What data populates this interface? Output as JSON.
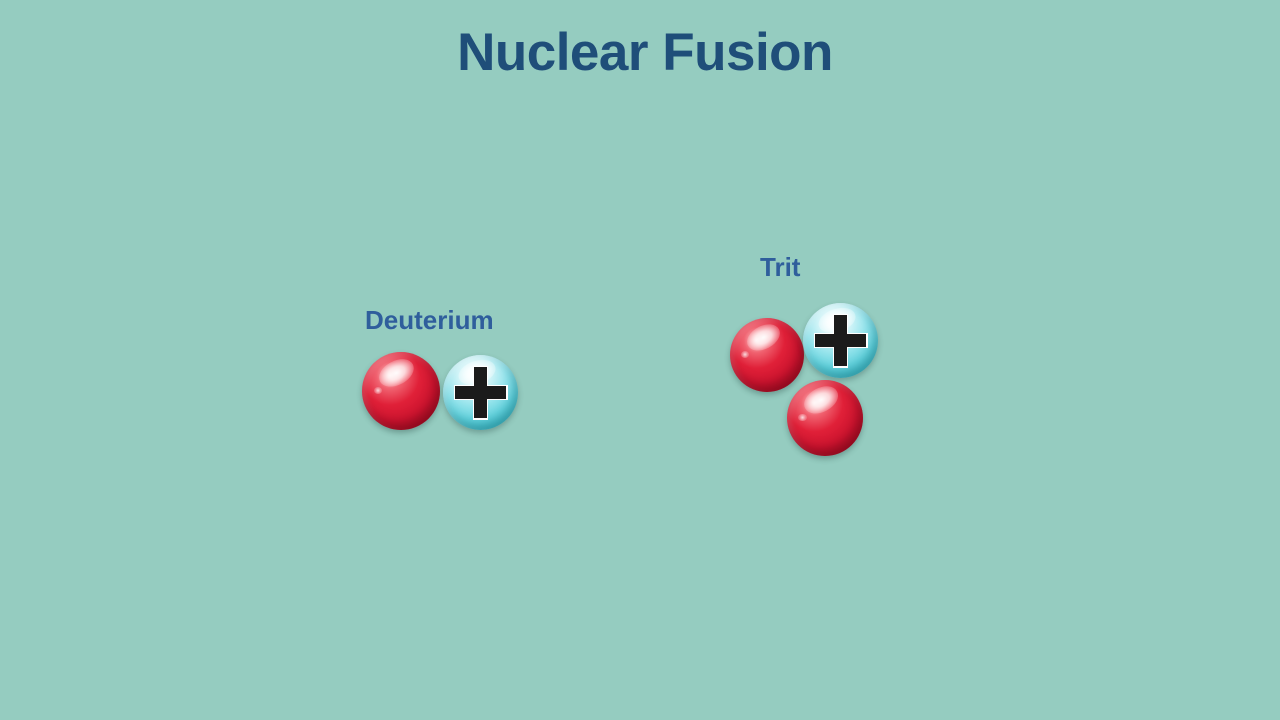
{
  "slide": {
    "title": "Nuclear Fusion",
    "background_color": "#95CCC0",
    "title_color": "#1F4E79",
    "label_color": "#2F5E9C"
  },
  "particles": {
    "neutron": {
      "name": "neutron",
      "color": "#E02038",
      "charge_symbol": ""
    },
    "proton": {
      "name": "proton",
      "color": "#7FDCE6",
      "charge_symbol": "+"
    }
  },
  "atoms": [
    {
      "id": "deuterium",
      "label": "Deuterium",
      "proton_count": 1,
      "neutron_count": 1
    },
    {
      "id": "tritium",
      "label": "Trit",
      "proton_count": 1,
      "neutron_count": 2
    }
  ]
}
